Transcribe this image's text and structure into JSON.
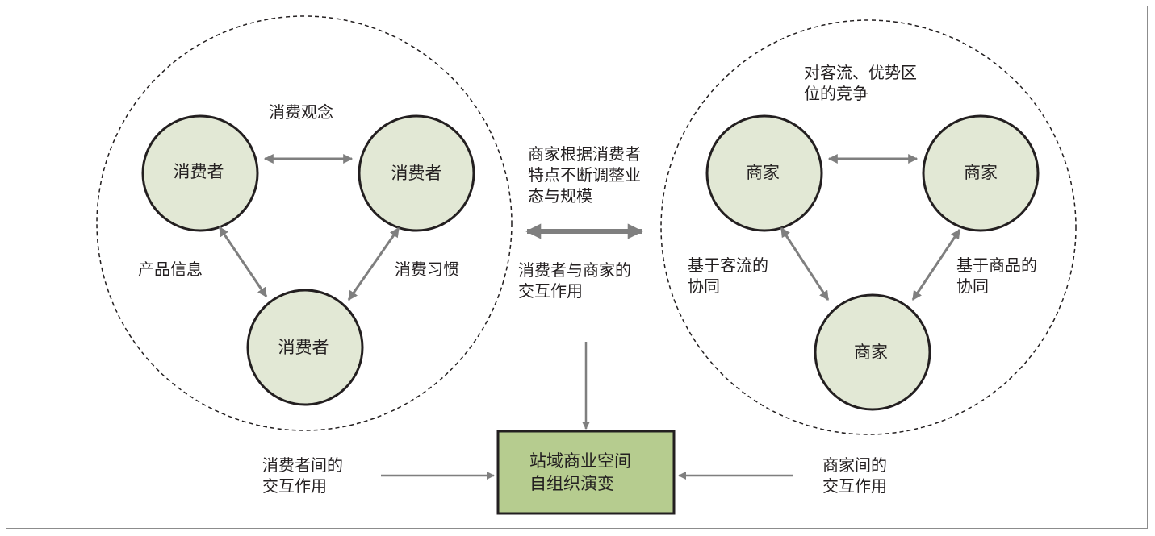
{
  "consumer_group": {
    "nodes": [
      "消费者",
      "消费者",
      "消费者"
    ],
    "relations": {
      "top": "消费观念",
      "left": "产品信息",
      "right": "消费习惯"
    }
  },
  "merchant_group": {
    "nodes": [
      "商家",
      "商家",
      "商家"
    ],
    "relations": {
      "top": [
        "对客流、优势区",
        "位的竞争"
      ],
      "left": [
        "基于客流的",
        "协同"
      ],
      "right": [
        "基于商品的",
        "协同"
      ]
    }
  },
  "middle": {
    "top_text": [
      "商家根据消费者",
      "特点不断调整业",
      "态与规模"
    ],
    "bottom_text": [
      "消费者与商家的",
      "交互作用"
    ]
  },
  "bottom": {
    "left_text": [
      "消费者间的",
      "交互作用"
    ],
    "right_text": [
      "商家间的",
      "交互作用"
    ],
    "result": [
      "站域商业空间",
      "自组织演变"
    ]
  },
  "colors": {
    "node_fill": "#e2e8d5",
    "node_stroke": "#231f20",
    "result_fill": "#b6cc8f",
    "arrow": "#7f7f7f",
    "frame": "#8c8c8c"
  }
}
